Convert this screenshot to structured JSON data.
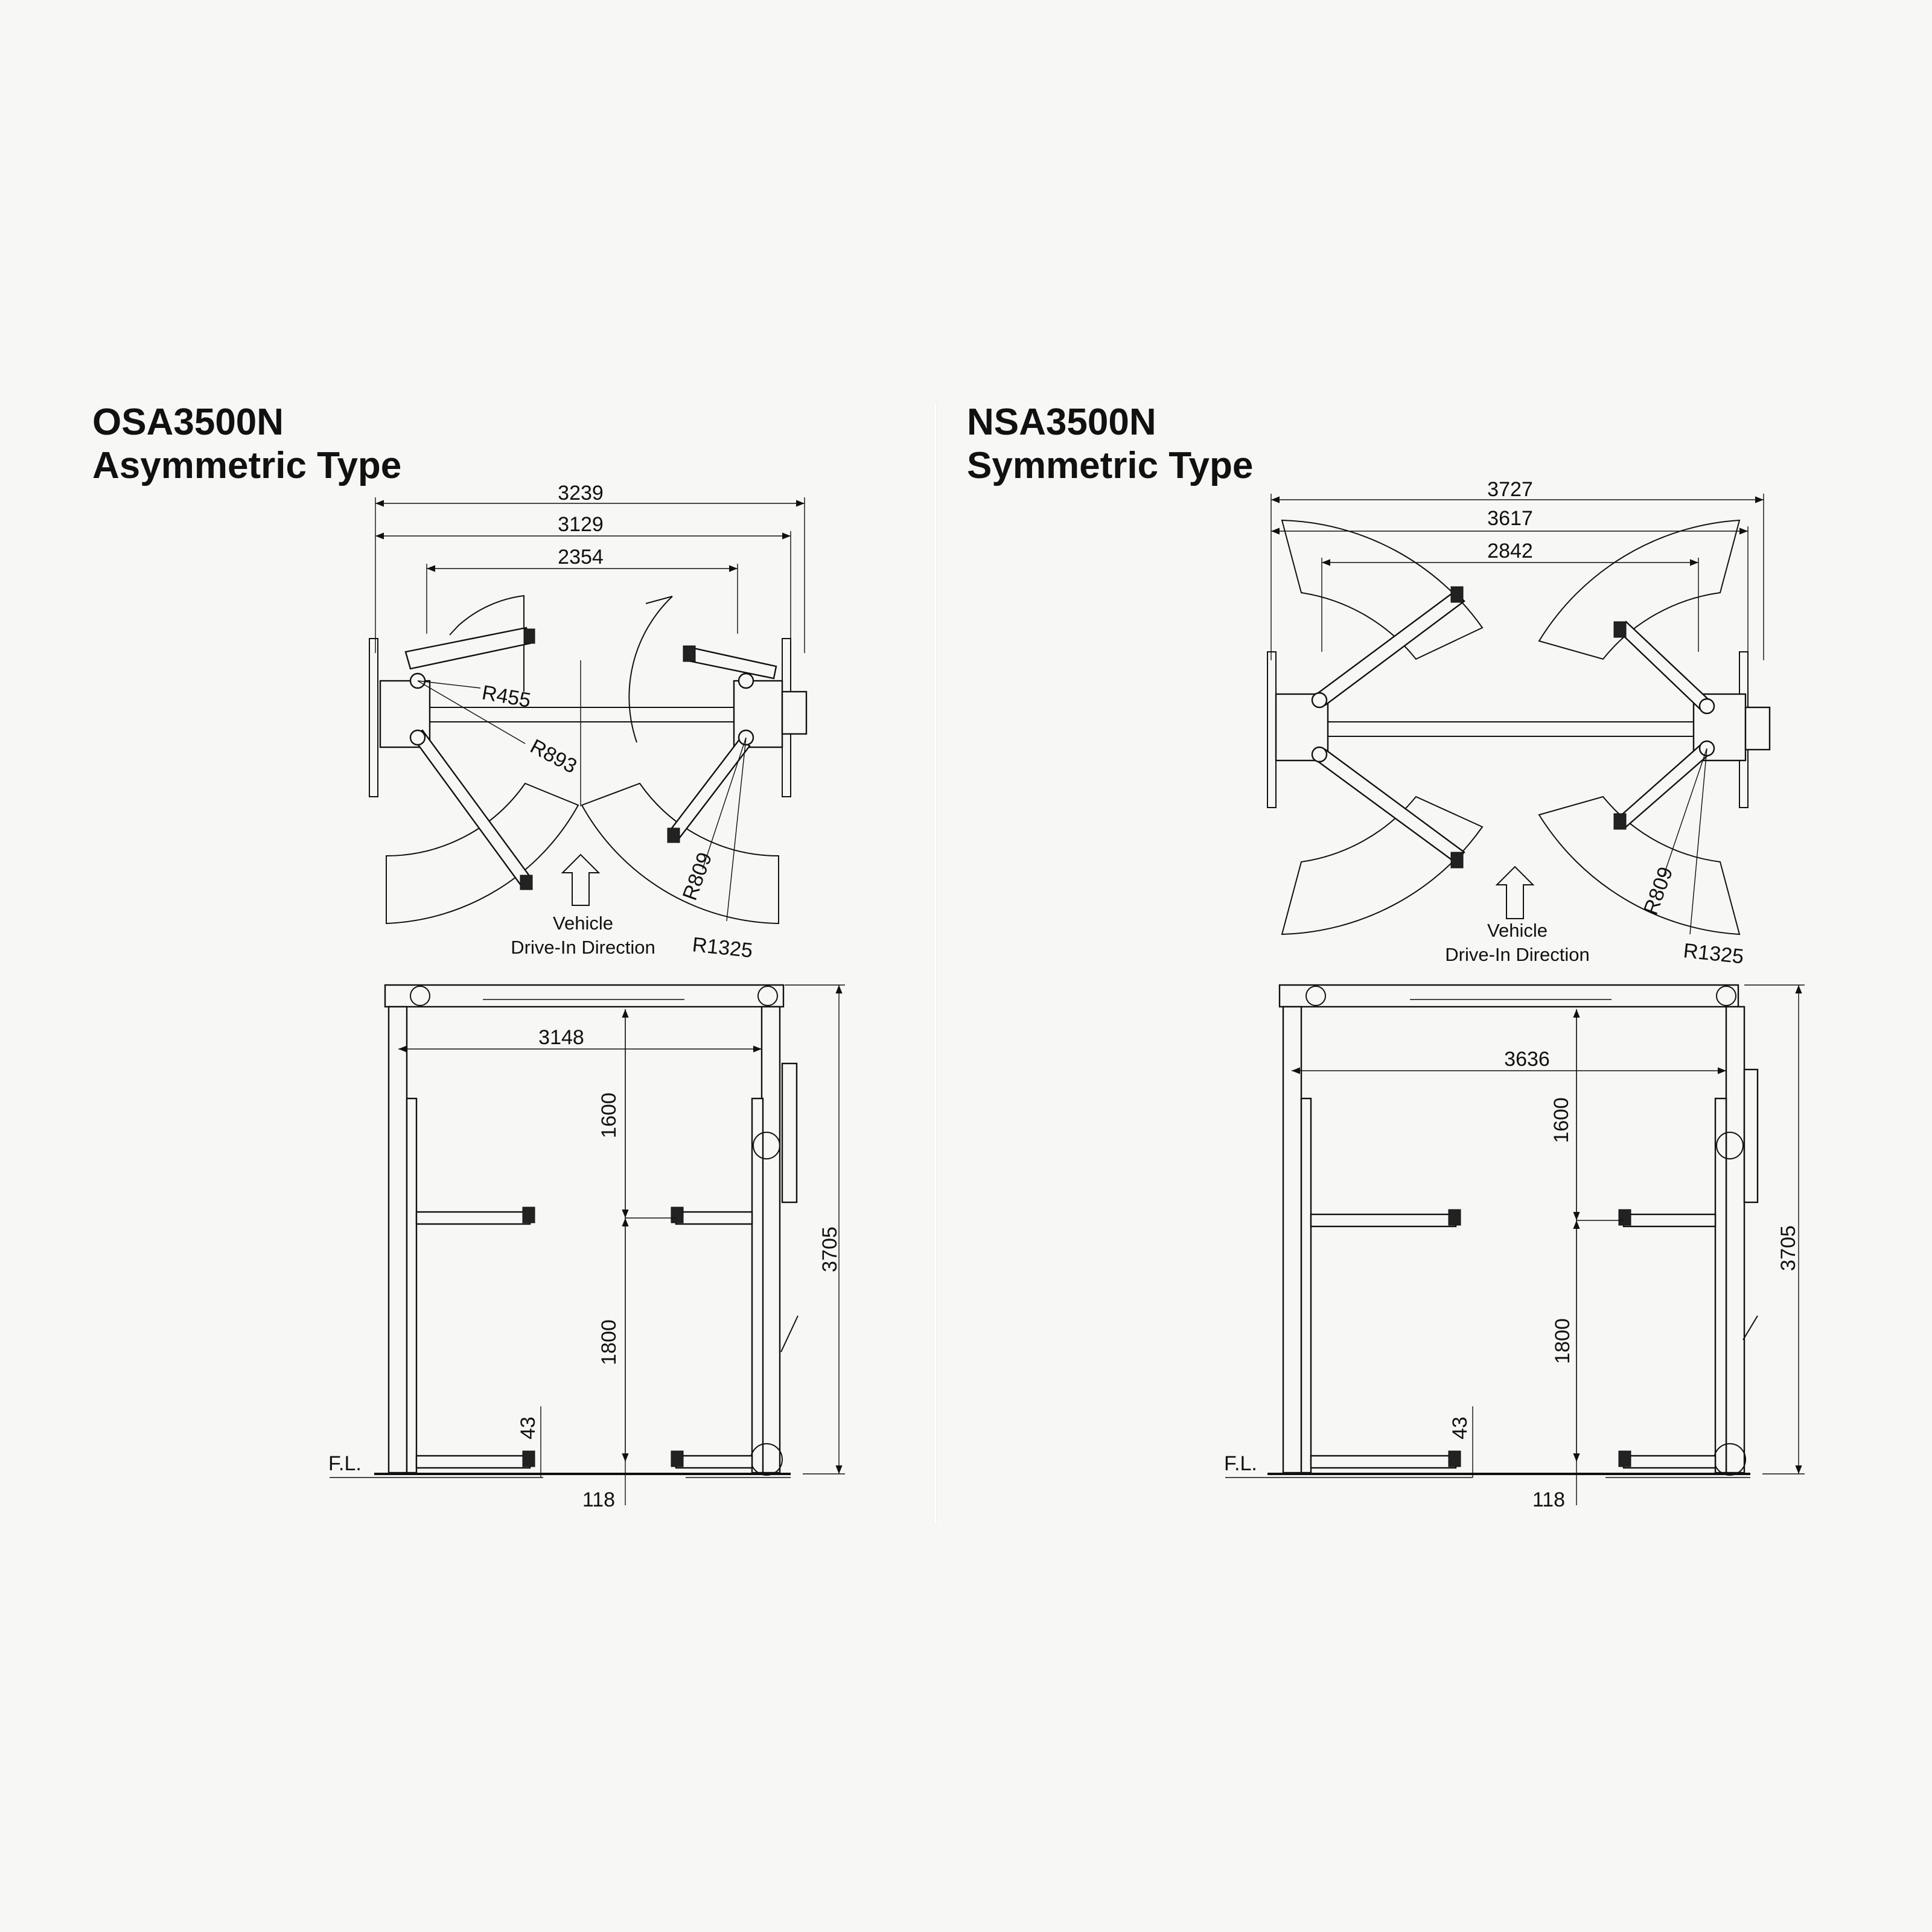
{
  "models": [
    {
      "model": "OSA3500N",
      "type": "Asymmetric Type",
      "top_view": {
        "overall_widths": [
          "3239",
          "3129",
          "2354"
        ],
        "radii": [
          "R455",
          "R893",
          "R809",
          "R1325"
        ],
        "direction_label_1": "Vehicle",
        "direction_label_2": "Drive-In Direction"
      },
      "front_view": {
        "inner_width": "3148",
        "overall_height": "3705",
        "upper_height": "1600",
        "lower_height": "1800",
        "min_pad_height": "43",
        "base_offset": "118",
        "floor_label": "F.L."
      }
    },
    {
      "model": "NSA3500N",
      "type": "Symmetric Type",
      "top_view": {
        "overall_widths": [
          "3727",
          "3617",
          "2842"
        ],
        "radii": [
          "R809",
          "R1325"
        ],
        "direction_label_1": "Vehicle",
        "direction_label_2": "Drive-In Direction"
      },
      "front_view": {
        "inner_width": "3636",
        "overall_height": "3705",
        "upper_height": "1600",
        "lower_height": "1800",
        "min_pad_height": "43",
        "base_offset": "118",
        "floor_label": "F.L."
      }
    }
  ]
}
